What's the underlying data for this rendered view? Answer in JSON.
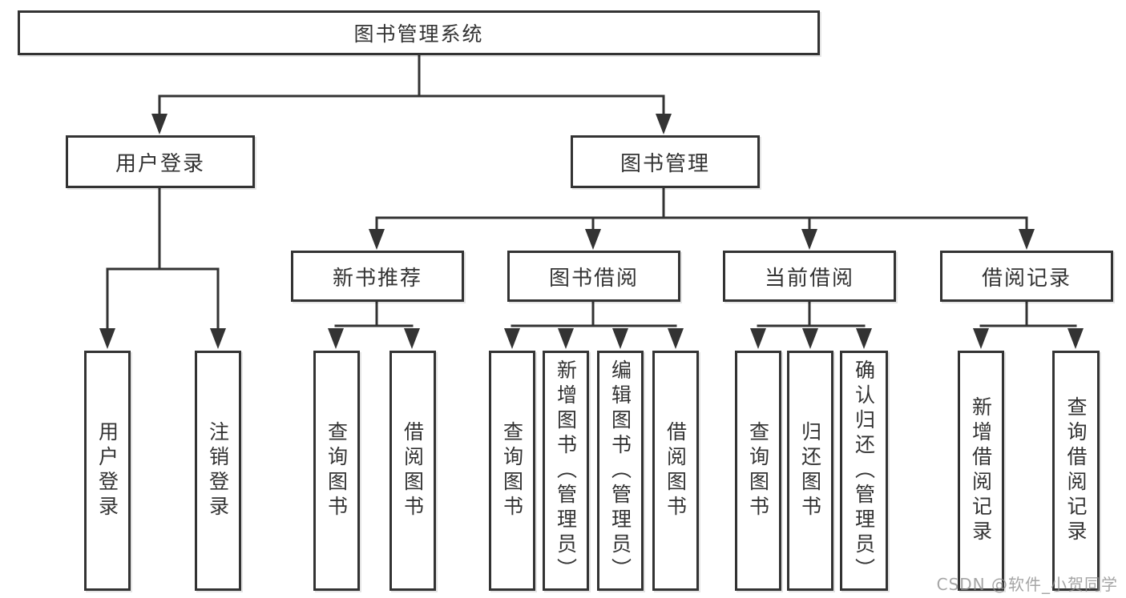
{
  "title": "图书管理系统",
  "watermark": "CSDN @软件_小贺同学",
  "colors": {
    "line": "#333333",
    "text": "#333333",
    "background": "#ffffff"
  },
  "tree": {
    "root": "图书管理系统",
    "children": [
      {
        "label": "用户登录",
        "children": [
          "用户登录",
          "注销登录"
        ]
      },
      {
        "label": "图书管理",
        "children": [
          {
            "label": "新书推荐",
            "children": [
              "查询图书",
              "借阅图书"
            ]
          },
          {
            "label": "图书借阅",
            "children": [
              "查询图书",
              "新增图书（管理员）",
              "编辑图书（管理员）",
              "借阅图书"
            ]
          },
          {
            "label": "当前借阅",
            "children": [
              "查询图书",
              "归还图书",
              "确认归还（管理员）"
            ]
          },
          {
            "label": "借阅记录",
            "children": [
              "新增借阅记录",
              "查询借阅记录"
            ]
          }
        ]
      }
    ]
  }
}
